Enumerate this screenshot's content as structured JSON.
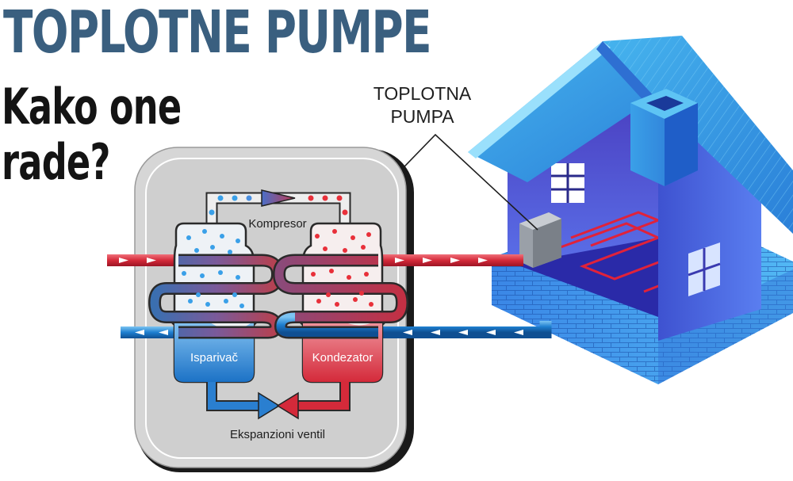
{
  "title": "TOPLOTNE PUMPE",
  "subtitle": {
    "line1": "Kako one",
    "line2": "rade?"
  },
  "callout": {
    "line1": "TOPLOTNA",
    "line2": "PUMPA"
  },
  "components": {
    "compressor": "Kompresor",
    "evaporator": "Isparivač",
    "condenser": "Kondezator",
    "expansion_valve": "Ekspanzioni ventil"
  },
  "colors": {
    "title": "#3a5f7f",
    "hot": "#d42a3a",
    "cold": "#1e7fd0",
    "panel": "#d6d6d6",
    "house": "#3b5fe0"
  }
}
